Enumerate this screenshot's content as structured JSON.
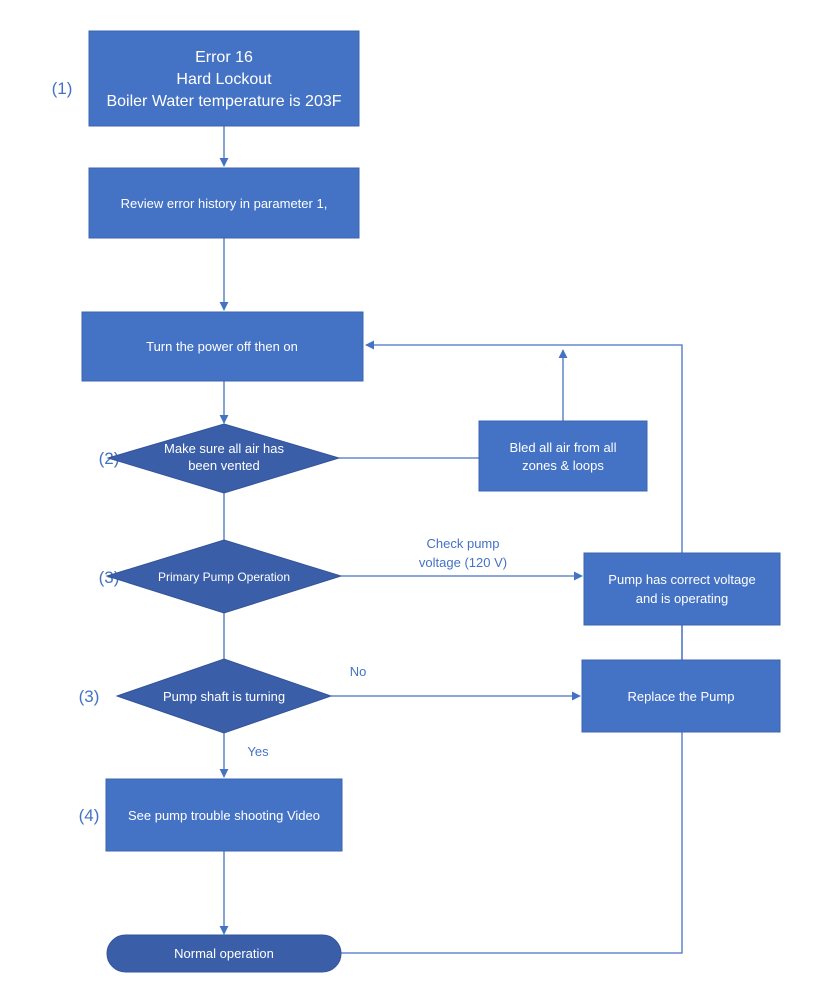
{
  "steps": {
    "s1": "(1)",
    "s2": "(2)",
    "s3a": "(3)",
    "s3b": "(3)",
    "s4": "(4)"
  },
  "nodes": {
    "error_box": {
      "line1": "Error 16",
      "line2": "Hard Lockout",
      "line3": "Boiler Water temperature is 203F"
    },
    "review": "Review error history in parameter 1,",
    "power": "Turn the power off then on",
    "air_check": {
      "line1": "Make sure all air has",
      "line2": "been vented"
    },
    "bled": {
      "line1": "Bled all air from all",
      "line2": "zones & loops"
    },
    "primary_pump": "Primary Pump Operation",
    "pump_voltage": {
      "line1": "Pump has correct voltage",
      "line2": "and is operating"
    },
    "shaft": "Pump shaft is turning",
    "replace": "Replace the Pump",
    "video": "See pump trouble shooting Video",
    "normal": "Normal operation"
  },
  "edge_labels": {
    "check_voltage": {
      "line1": "Check pump",
      "line2": "voltage (120 V)"
    },
    "no": "No",
    "yes": "Yes"
  },
  "colors": {
    "box": "#4472c4",
    "diamond": "#3a5ea8",
    "edge": "#4472c4",
    "label": "#4472c4"
  }
}
